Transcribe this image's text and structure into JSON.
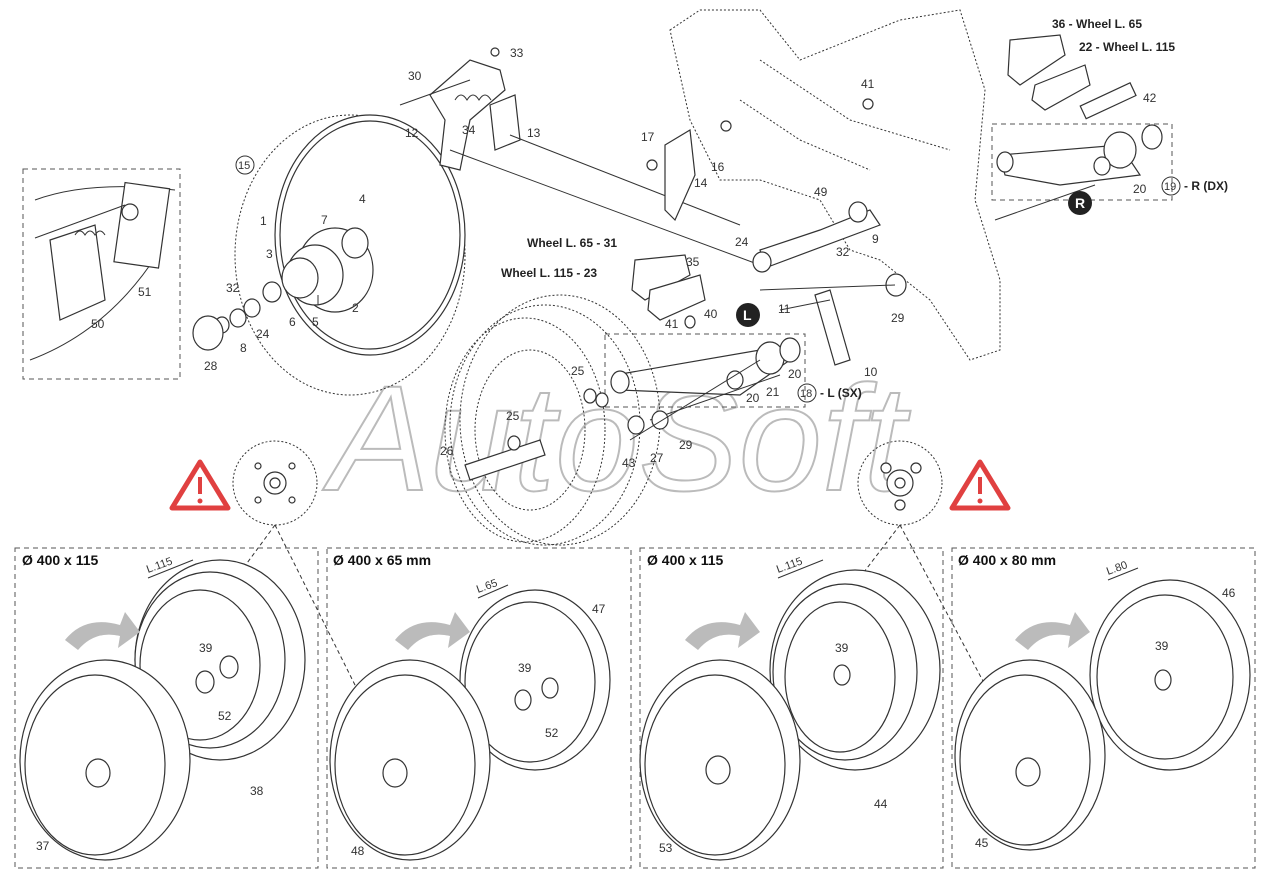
{
  "callouts": {
    "c1": "1",
    "c2": "2",
    "c3": "3",
    "c4": "4",
    "c5": "5",
    "c6": "6",
    "c7": "7",
    "c8": "8",
    "c9": "9",
    "c10": "10",
    "c11": "11",
    "c12": "12",
    "c13": "13",
    "c14": "14",
    "c15": "15",
    "c16": "16",
    "c17": "17",
    "c20a": "20",
    "c20b": "20",
    "c20c": "20",
    "c21": "21",
    "c24a": "24",
    "c24b": "24",
    "c25a": "25",
    "c25b": "25",
    "c26": "26",
    "c27": "27",
    "c28": "28",
    "c29a": "29",
    "c29b": "29",
    "c30": "30",
    "c32a": "32",
    "c32b": "32",
    "c33": "33",
    "c34": "34",
    "c35": "35",
    "c37": "37",
    "c38": "38",
    "c39a": "39",
    "c39b": "39",
    "c39c": "39",
    "c39d": "39",
    "c40": "40",
    "c41a": "41",
    "c41b": "41",
    "c42": "42",
    "c43": "43",
    "c44": "44",
    "c45": "45",
    "c46": "46",
    "c47": "47",
    "c48": "48",
    "c49": "49",
    "c50": "50",
    "c51": "51",
    "c52a": "52",
    "c52b": "52",
    "c53": "53"
  },
  "labels": {
    "wheel65_top": "36 - Wheel L. 65",
    "wheel115_top": "22 - Wheel L. 115",
    "wheel65_mid": "Wheel L. 65 - 31",
    "wheel115_mid": "Wheel L. 115 - 23",
    "r_dx_num": "19",
    "r_dx": "- R (DX)",
    "l_sx_num": "18",
    "l_sx": "- L (SX)",
    "badge_r": "R",
    "badge_l": "L"
  },
  "watermark": "AutoSoft",
  "panels": [
    {
      "title": "Ø 400 x 115",
      "dim": "L.115"
    },
    {
      "title": "Ø 400 x 65 mm",
      "dim": "L.65"
    },
    {
      "title": "Ø 400 x 115",
      "dim": "L.115"
    },
    {
      "title": "Ø 400 x 80 mm",
      "dim": "L.80"
    }
  ],
  "colors": {
    "warning": "#e04040",
    "ink": "#333333"
  }
}
